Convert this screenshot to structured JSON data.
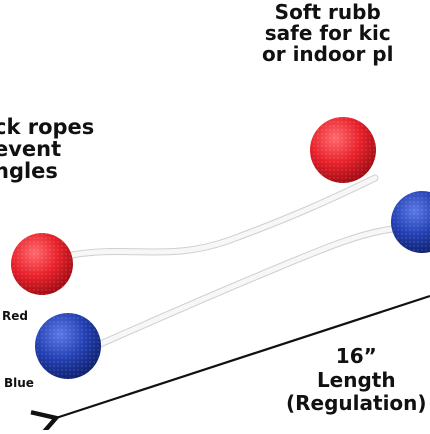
{
  "callouts": {
    "soft_rubber": [
      "Soft rubb",
      "safe for kic",
      "or indoor pl"
    ],
    "ropes": [
      "ck ropes",
      "event",
      "ngles"
    ]
  },
  "ball_labels": {
    "red": "Red",
    "blue": "Blue"
  },
  "dimension": {
    "line1": "16”",
    "line2": "Length",
    "line3": "(Regulation)"
  },
  "colors": {
    "red_ball": "#e8202a",
    "blue_ball": "#2340b3",
    "rope": "#f4f4f4",
    "text": "#111111"
  }
}
